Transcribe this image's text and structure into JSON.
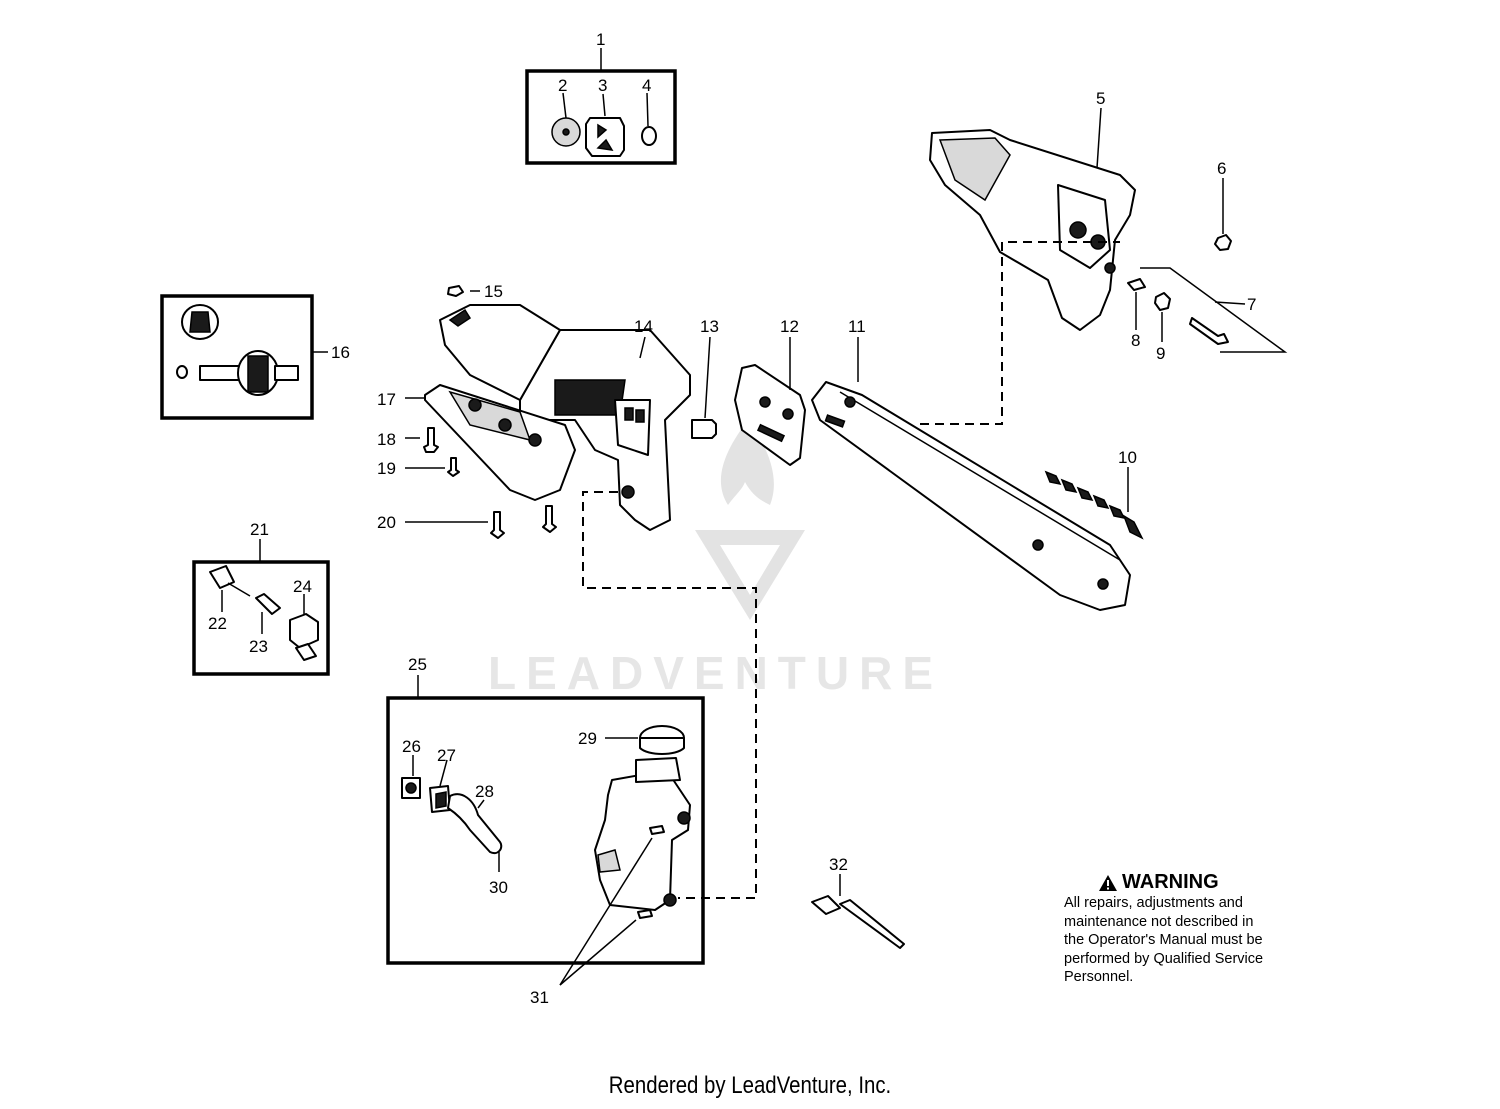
{
  "callouts": [
    "1",
    "2",
    "3",
    "4",
    "5",
    "6",
    "7",
    "8",
    "9",
    "10",
    "11",
    "12",
    "13",
    "14",
    "15",
    "16",
    "17",
    "18",
    "19",
    "20",
    "21",
    "22",
    "23",
    "24",
    "25",
    "26",
    "27",
    "28",
    "29",
    "30",
    "31",
    "32"
  ],
  "watermark": {
    "text": "LEADVENTURE"
  },
  "warning": {
    "icon": "warning-triangle-icon",
    "title": "WARNING",
    "lines": [
      "All repairs, adjustments and",
      "maintenance not described in",
      "the Operator's Manual must be",
      "performed by Qualified Service",
      "Personnel."
    ]
  },
  "footer": {
    "text": "Rendered by LeadVenture, Inc."
  }
}
